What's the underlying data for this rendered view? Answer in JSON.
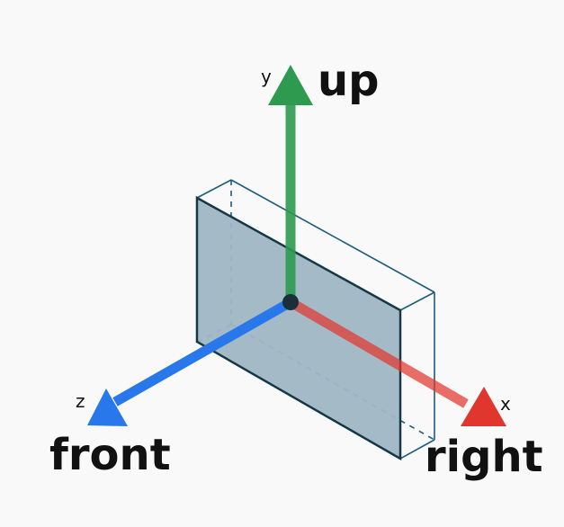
{
  "axes": {
    "y": {
      "letter": "y",
      "direction_label": "up",
      "color": "#2e9a4f"
    },
    "x": {
      "letter": "x",
      "direction_label": "right",
      "color": "#e0362e"
    },
    "z": {
      "letter": "z",
      "direction_label": "front",
      "color": "#2877eb"
    }
  },
  "box": {
    "front_face_color": "#9fb6c3",
    "edge_color": "#1d5d7a",
    "dark_edge_color": "#153847"
  },
  "origin": {
    "color": "#1b2f3b"
  }
}
